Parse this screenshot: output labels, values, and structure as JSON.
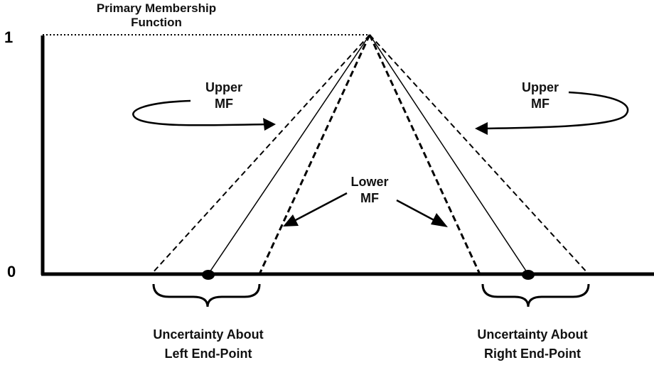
{
  "axis": {
    "y_top": "1",
    "y_bottom": "0"
  },
  "labels": {
    "primary_line1": "Primary Membership",
    "primary_line2": "Function",
    "upper_left_line1": "Upper",
    "upper_left_line2": "MF",
    "upper_right_line1": "Upper",
    "upper_right_line2": "MF",
    "lower_line1": "Lower",
    "lower_line2": "MF",
    "left_unc_line1": "Uncertainty About",
    "left_unc_line2": "Left End-Point",
    "right_unc_line1": "Uncertainty About",
    "right_unc_line2": "Right End-Point"
  },
  "colors": {
    "ink": "#000000",
    "background": "#ffffff"
  }
}
